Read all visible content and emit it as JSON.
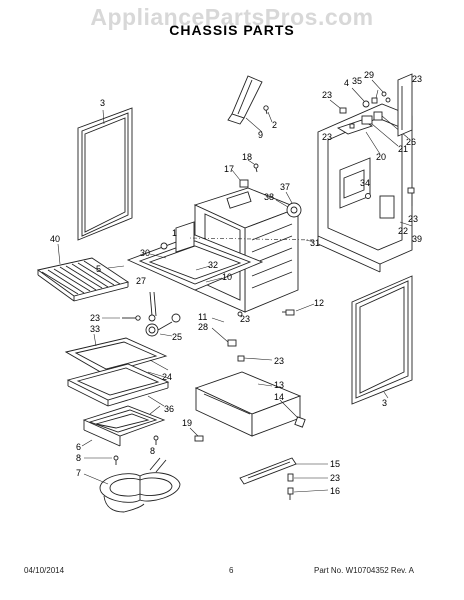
{
  "watermark": "AppliancePartsPros.com",
  "title": "CHASSIS PARTS",
  "footer": {
    "date": "04/10/2014",
    "page": "6",
    "part_no": "Part No. W10704352  Rev. A"
  },
  "callouts": {
    "c1": "1",
    "c2": "2",
    "c3a": "3",
    "c3b": "3",
    "c4": "4",
    "c5": "5",
    "c6": "6",
    "c7": "7",
    "c8a": "8",
    "c8b": "8",
    "c9": "9",
    "c10": "10",
    "c11": "11",
    "c12": "12",
    "c13": "13",
    "c14": "14",
    "c15": "15",
    "c16": "16",
    "c17": "17",
    "c18": "18",
    "c19": "19",
    "c20": "20",
    "c21": "21",
    "c22": "22",
    "c23a": "23",
    "c23b": "23",
    "c23c": "23",
    "c23d": "23",
    "c23e": "23",
    "c23f": "23",
    "c23g": "23",
    "c23h": "23",
    "c24": "24",
    "c25": "25",
    "c26": "26",
    "c27": "27",
    "c28": "28",
    "c29": "29",
    "c30": "30",
    "c31": "31",
    "c32": "32",
    "c33": "33",
    "c34": "34",
    "c35": "35",
    "c36": "36",
    "c37": "37",
    "c38": "38",
    "c39": "39",
    "c40": "40"
  }
}
